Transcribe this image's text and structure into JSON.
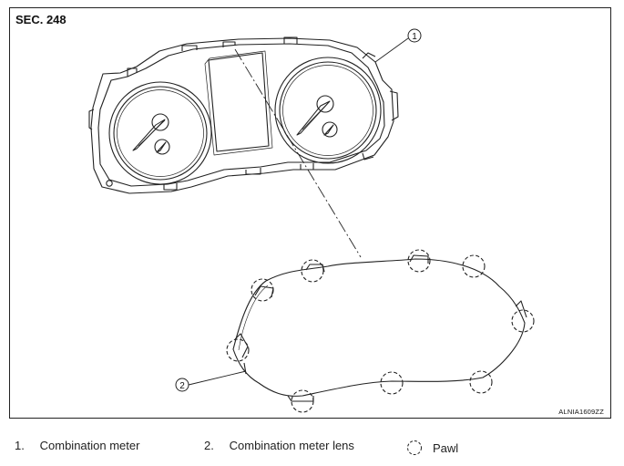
{
  "section_label": "SEC. 248",
  "figure_code": "ALNIA1609ZZ",
  "callouts": [
    {
      "number": "1",
      "part": "Combination meter"
    },
    {
      "number": "2",
      "part": "Combination meter lens"
    }
  ],
  "legend": {
    "items": [
      {
        "number": "1.",
        "label": "Combination meter"
      },
      {
        "number": "2.",
        "label": "Combination meter lens"
      }
    ],
    "pawl_label": "Pawl",
    "pawl_symbol": "dashed-circle-icon"
  },
  "colors": {
    "line": "#222222",
    "background": "#ffffff"
  }
}
